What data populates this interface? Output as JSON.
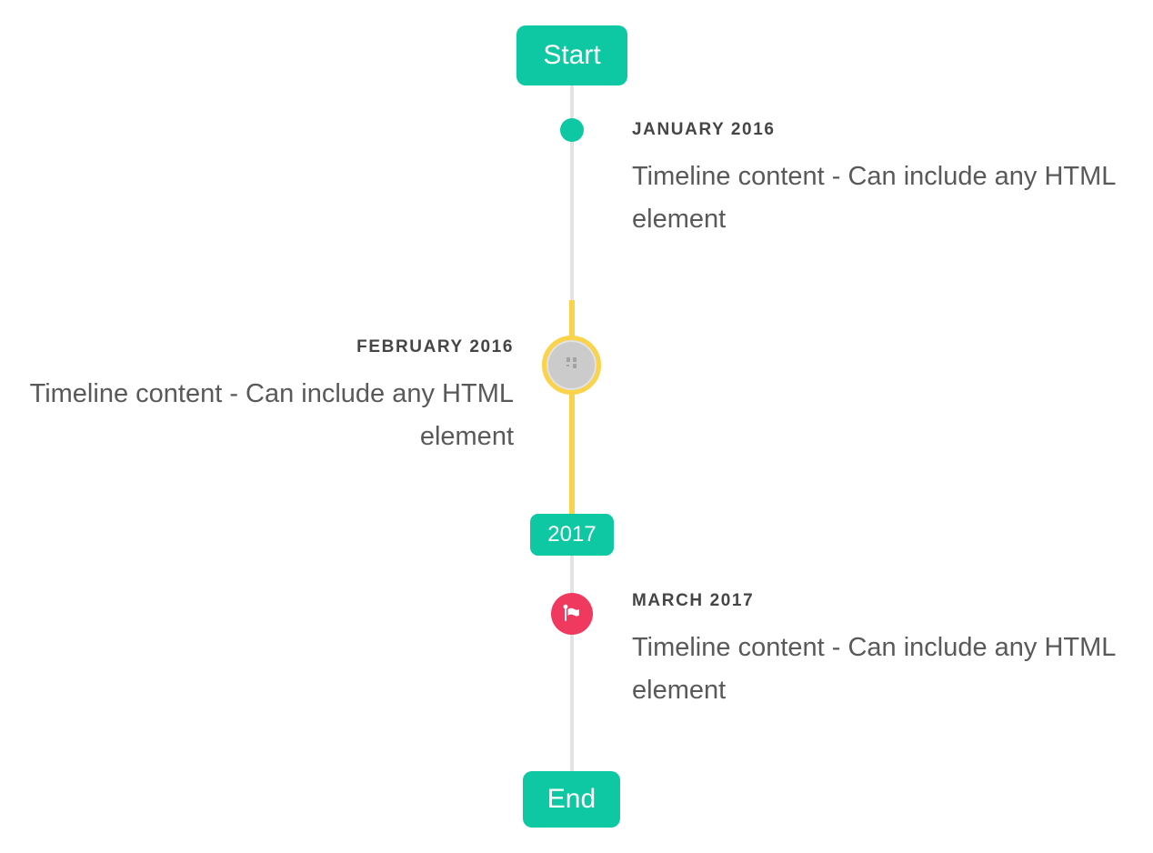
{
  "timeline": {
    "start_label": "Start",
    "end_label": "End",
    "year_badge": "2017",
    "items": [
      {
        "title": "JANUARY 2016",
        "content": "Timeline content - Can include any HTML element",
        "side": "right",
        "marker": "dot-icon"
      },
      {
        "title": "FEBRUARY 2016",
        "content": "Timeline content - Can include any HTML element",
        "side": "left",
        "marker": "broken-image-icon"
      },
      {
        "title": "MARCH 2017",
        "content": "Timeline content - Can include any HTML element",
        "side": "right",
        "marker": "flag-icon"
      }
    ],
    "colors": {
      "accent": "#0dc8a2",
      "highlight": "#fbd34a",
      "danger": "#f0395f",
      "line": "#e3e3e3",
      "node_fill": "#cbcbcb",
      "title_text": "#454545",
      "content_text": "#595959"
    }
  }
}
